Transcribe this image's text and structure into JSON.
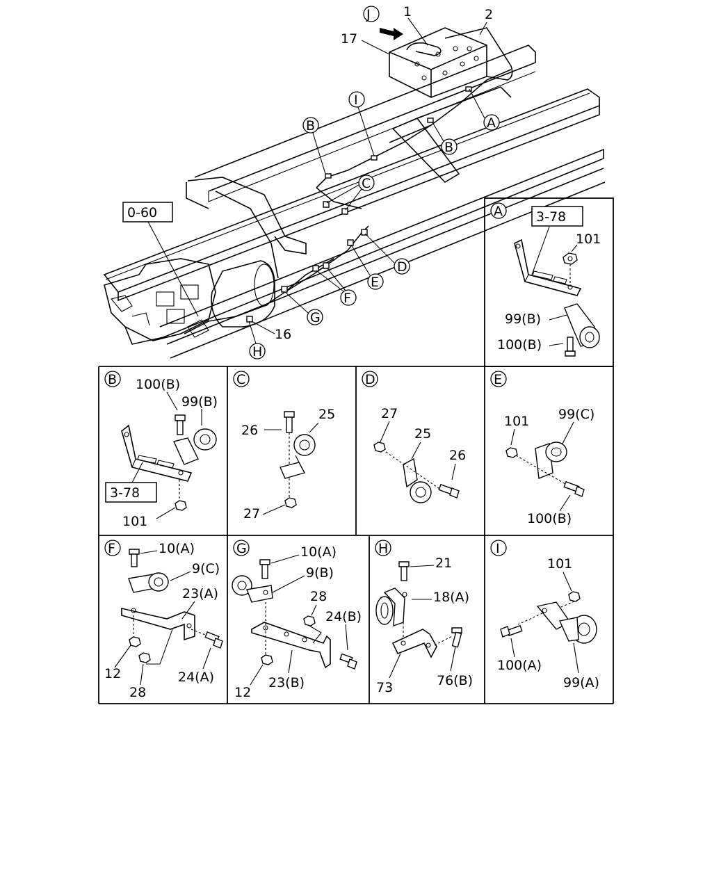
{
  "overview": {
    "ref_frame": "0-60",
    "parts": [
      "1",
      "2",
      "16",
      "17"
    ],
    "callouts": [
      "J",
      "A",
      "B",
      "B",
      "I",
      "C",
      "D",
      "E",
      "F",
      "G",
      "H"
    ]
  },
  "details": {
    "A": {
      "letter": "A",
      "ref": "3-78",
      "labels": [
        "101",
        "99(B)",
        "100(B)"
      ]
    },
    "B": {
      "letter": "B",
      "ref": "3-78",
      "labels": [
        "100(B)",
        "99(B)",
        "101"
      ]
    },
    "C": {
      "letter": "C",
      "labels": [
        "26",
        "25",
        "27"
      ]
    },
    "D": {
      "letter": "D",
      "labels": [
        "27",
        "25",
        "26"
      ]
    },
    "E": {
      "letter": "E",
      "labels": [
        "101",
        "99(C)",
        "100(B)"
      ]
    },
    "F": {
      "letter": "F",
      "labels": [
        "10(A)",
        "9(C)",
        "23(A)",
        "12",
        "28",
        "24(A)"
      ]
    },
    "G": {
      "letter": "G",
      "labels": [
        "10(A)",
        "9(B)",
        "28",
        "24(B)",
        "12",
        "23(B)"
      ]
    },
    "H": {
      "letter": "H",
      "labels": [
        "21",
        "18(A)",
        "73",
        "76(B)"
      ]
    },
    "I": {
      "letter": "I",
      "labels": [
        "101",
        "100(A)",
        "99(A)"
      ]
    }
  }
}
